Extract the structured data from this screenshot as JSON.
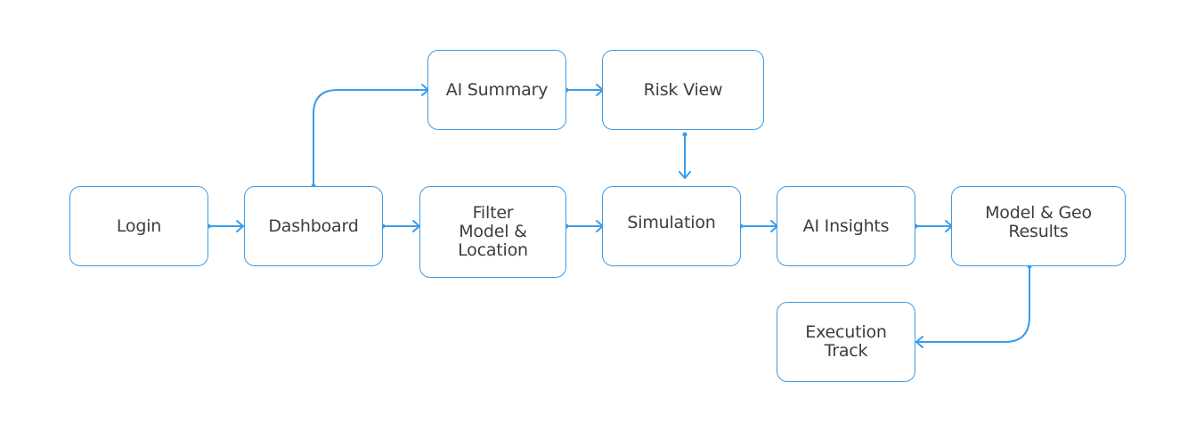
{
  "diagram": {
    "colors": {
      "stroke": "#3b9be8",
      "text": "#3d3d3d",
      "background": "#ffffff"
    },
    "nodes": {
      "login": {
        "label": "Login"
      },
      "dashboard": {
        "label": "Dashboard"
      },
      "ai_summary": {
        "label": "AI Summary"
      },
      "risk_view": {
        "label": "Risk View"
      },
      "filter": {
        "label": "Filter\nModel &\nLocation"
      },
      "simulation": {
        "label": "Simulation"
      },
      "ai_insights": {
        "label": "AI Insights"
      },
      "results": {
        "label": "Model & Geo\nResults"
      },
      "execution": {
        "label": "Execution\nTrack"
      }
    },
    "edges": [
      {
        "from": "login",
        "to": "dashboard"
      },
      {
        "from": "dashboard",
        "to": "ai_summary"
      },
      {
        "from": "ai_summary",
        "to": "risk_view"
      },
      {
        "from": "dashboard",
        "to": "filter"
      },
      {
        "from": "filter",
        "to": "simulation"
      },
      {
        "from": "risk_view",
        "to": "simulation"
      },
      {
        "from": "simulation",
        "to": "ai_insights"
      },
      {
        "from": "ai_insights",
        "to": "results"
      },
      {
        "from": "results",
        "to": "execution"
      }
    ]
  }
}
